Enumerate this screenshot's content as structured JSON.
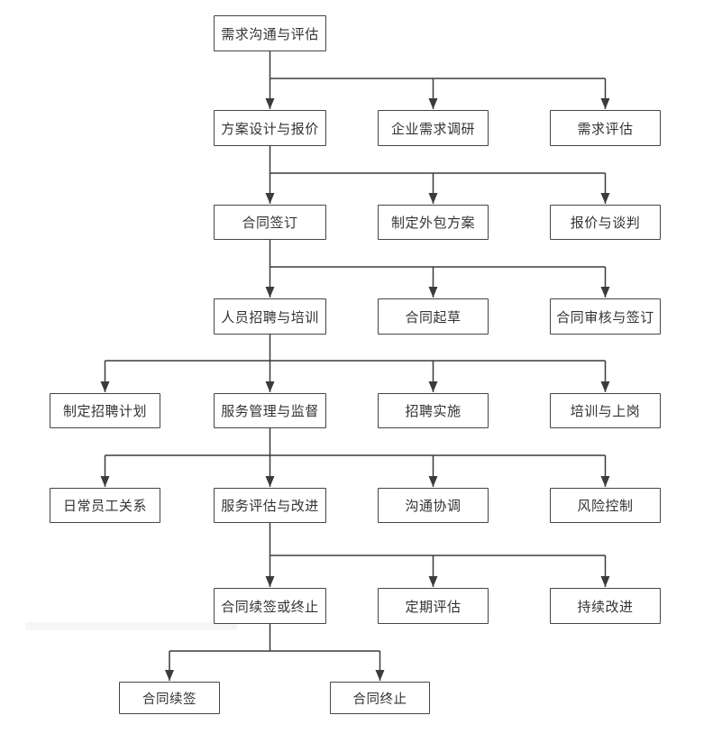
{
  "diagram": {
    "type": "flowchart",
    "nodes": {
      "n1": {
        "label": "需求沟通与评估"
      },
      "n2a": {
        "label": "方案设计与报价"
      },
      "n2b": {
        "label": "企业需求调研"
      },
      "n2c": {
        "label": "需求评估"
      },
      "n3a": {
        "label": "合同签订"
      },
      "n3b": {
        "label": "制定外包方案"
      },
      "n3c": {
        "label": "报价与谈判"
      },
      "n4a": {
        "label": "人员招聘与培训"
      },
      "n4b": {
        "label": "合同起草"
      },
      "n4c": {
        "label": "合同审核与签订"
      },
      "n5a": {
        "label": "制定招聘计划"
      },
      "n5b": {
        "label": "服务管理与监督"
      },
      "n5c": {
        "label": "招聘实施"
      },
      "n5d": {
        "label": "培训与上岗"
      },
      "n6a": {
        "label": "日常员工关系"
      },
      "n6b": {
        "label": "服务评估与改进"
      },
      "n6c": {
        "label": "沟通协调"
      },
      "n6d": {
        "label": "风险控制"
      },
      "n7a": {
        "label": "合同续签或终止"
      },
      "n7b": {
        "label": "定期评估"
      },
      "n7c": {
        "label": "持续改进"
      },
      "n8a": {
        "label": "合同续签"
      },
      "n8b": {
        "label": "合同终止"
      }
    },
    "edges": [
      {
        "from": "n1",
        "to": [
          "n2a",
          "n2b",
          "n2c"
        ]
      },
      {
        "from": "n2a",
        "to": [
          "n3a",
          "n3b",
          "n3c"
        ]
      },
      {
        "from": "n3a",
        "to": [
          "n4a",
          "n4b",
          "n4c"
        ]
      },
      {
        "from": "n4a",
        "to": [
          "n5a",
          "n5b",
          "n5c",
          "n5d"
        ]
      },
      {
        "from": "n5b",
        "to": [
          "n6a",
          "n6b",
          "n6c",
          "n6d"
        ]
      },
      {
        "from": "n6b",
        "to": [
          "n7a",
          "n7b",
          "n7c"
        ]
      },
      {
        "from": "n7a",
        "to": [
          "n8a",
          "n8b"
        ]
      }
    ],
    "colors": {
      "box_border": "#454545",
      "box_fill": "#ffffff",
      "line": "#3b3b3b",
      "text": "#333333",
      "background": "#ffffff"
    }
  }
}
